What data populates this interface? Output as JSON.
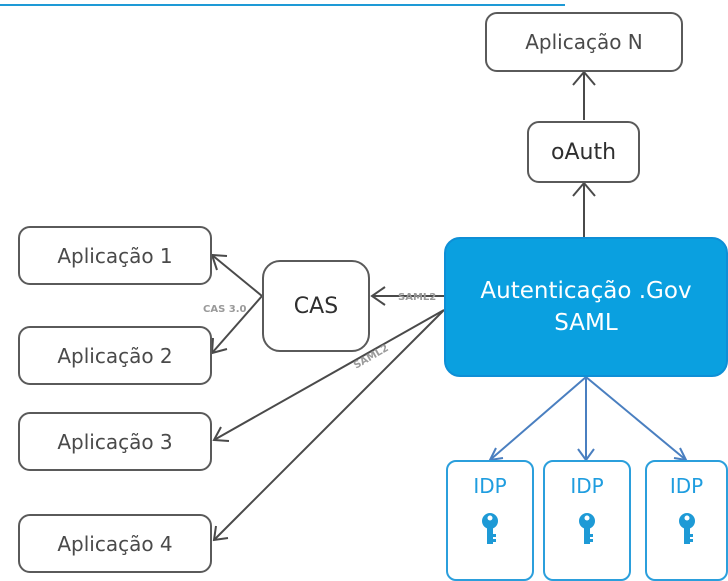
{
  "diagram": {
    "apps": [
      {
        "label": "Aplicação 1"
      },
      {
        "label": "Aplicação 2"
      },
      {
        "label": "Aplicação 3"
      },
      {
        "label": "Aplicação 4"
      }
    ],
    "app_n": "Aplicação N",
    "oauth": "oAuth",
    "cas": "CAS",
    "main": {
      "line1": "Autenticação .Gov",
      "line2": "SAML"
    },
    "idps": [
      {
        "label": "IDP",
        "icon": "key-icon"
      },
      {
        "label": "IDP",
        "icon": "key-icon"
      },
      {
        "label": "IDP",
        "icon": "key-icon"
      }
    ],
    "edge_labels": {
      "cas_protocol": "CAS 3.0",
      "saml_to_cas": "SAML2",
      "saml_to_apps": "SAML2"
    },
    "colors": {
      "accent": "#0aa0e0",
      "idp_border": "#2b9fdc",
      "arrow_blue": "#4a7fc0",
      "line_gray": "#4a4a4a"
    }
  }
}
